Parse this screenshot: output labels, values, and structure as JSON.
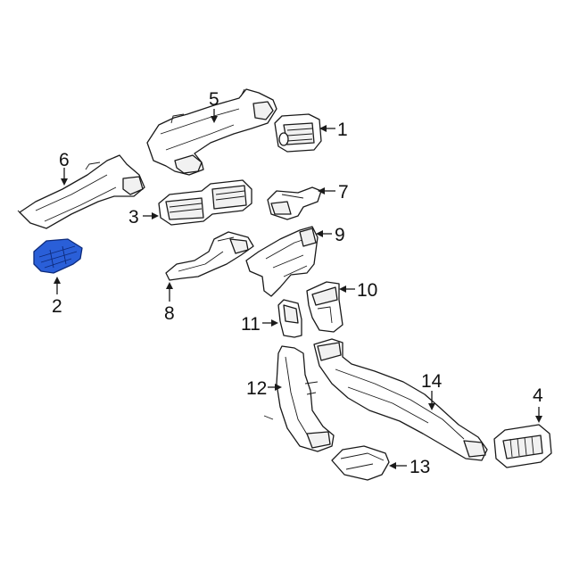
{
  "diagram": {
    "highlight_color": "#2a5fd8",
    "parts": [
      {
        "id": "1",
        "label": "1"
      },
      {
        "id": "2",
        "label": "2"
      },
      {
        "id": "3",
        "label": "3"
      },
      {
        "id": "4",
        "label": "4"
      },
      {
        "id": "5",
        "label": "5"
      },
      {
        "id": "6",
        "label": "6"
      },
      {
        "id": "7",
        "label": "7"
      },
      {
        "id": "8",
        "label": "8"
      },
      {
        "id": "9",
        "label": "9"
      },
      {
        "id": "10",
        "label": "10"
      },
      {
        "id": "11",
        "label": "11"
      },
      {
        "id": "12",
        "label": "12"
      },
      {
        "id": "13",
        "label": "13"
      },
      {
        "id": "14",
        "label": "14"
      }
    ],
    "highlighted_part": "2"
  }
}
